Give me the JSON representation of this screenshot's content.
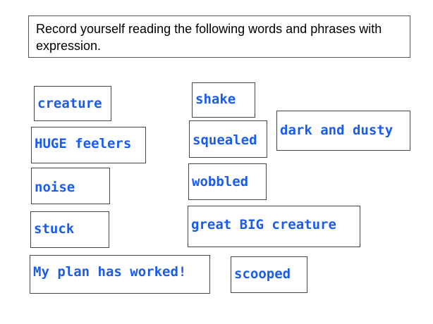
{
  "instructions": {
    "text": "Record yourself reading the following words and phrases with expression."
  },
  "cards": [
    {
      "label": "creature"
    },
    {
      "label": "shake"
    },
    {
      "label": "dark and dusty"
    },
    {
      "label": "HUGE feelers"
    },
    {
      "label": "squealed"
    },
    {
      "label": "noise"
    },
    {
      "label": "wobbled"
    },
    {
      "label": "stuck"
    },
    {
      "label": "great BIG creature"
    },
    {
      "label": "My plan has worked!"
    },
    {
      "label": "scooped"
    }
  ],
  "colors": {
    "word_text": "#1a5cf0",
    "border": "#444444",
    "background": "#ffffff"
  }
}
